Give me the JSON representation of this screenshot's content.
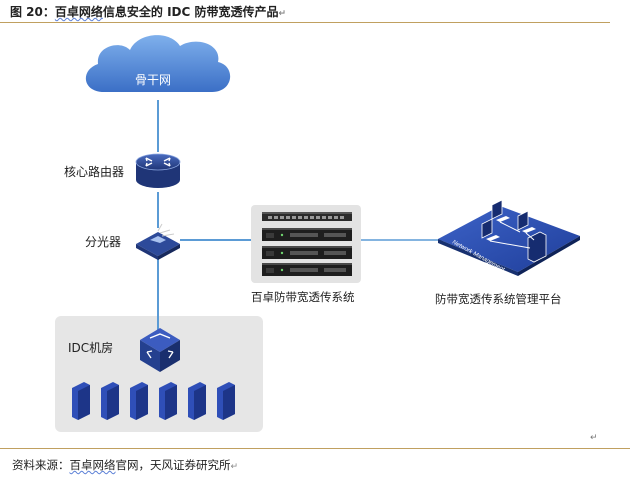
{
  "header": {
    "title_prefix": "图 20：",
    "title_link": "百卓网络",
    "title_rest": "信息安全的 IDC 防带宽透传产品",
    "return_mark": "↵"
  },
  "diagram": {
    "cloud_label": "骨干网",
    "core_router_label": "核心路由器",
    "splitter_label": "分光器",
    "idc_label": "IDC机房",
    "system_label": "百卓防带宽透传系统",
    "platform_label": "防带宽透传系统管理平台",
    "platform_board_text": "Network Management"
  },
  "footer": {
    "source_prefix": "资料来源：",
    "source_link": "百卓网络",
    "source_rest": "官网，天风证券研究所",
    "return_mark": "↵"
  },
  "colors": {
    "line": "#5b9bd5",
    "cloud": "#5a8ed8",
    "device": "#2d4a9a",
    "server": "#2f4fb8",
    "idc_bg": "#e6e6e6",
    "rule": "#c0a060"
  }
}
